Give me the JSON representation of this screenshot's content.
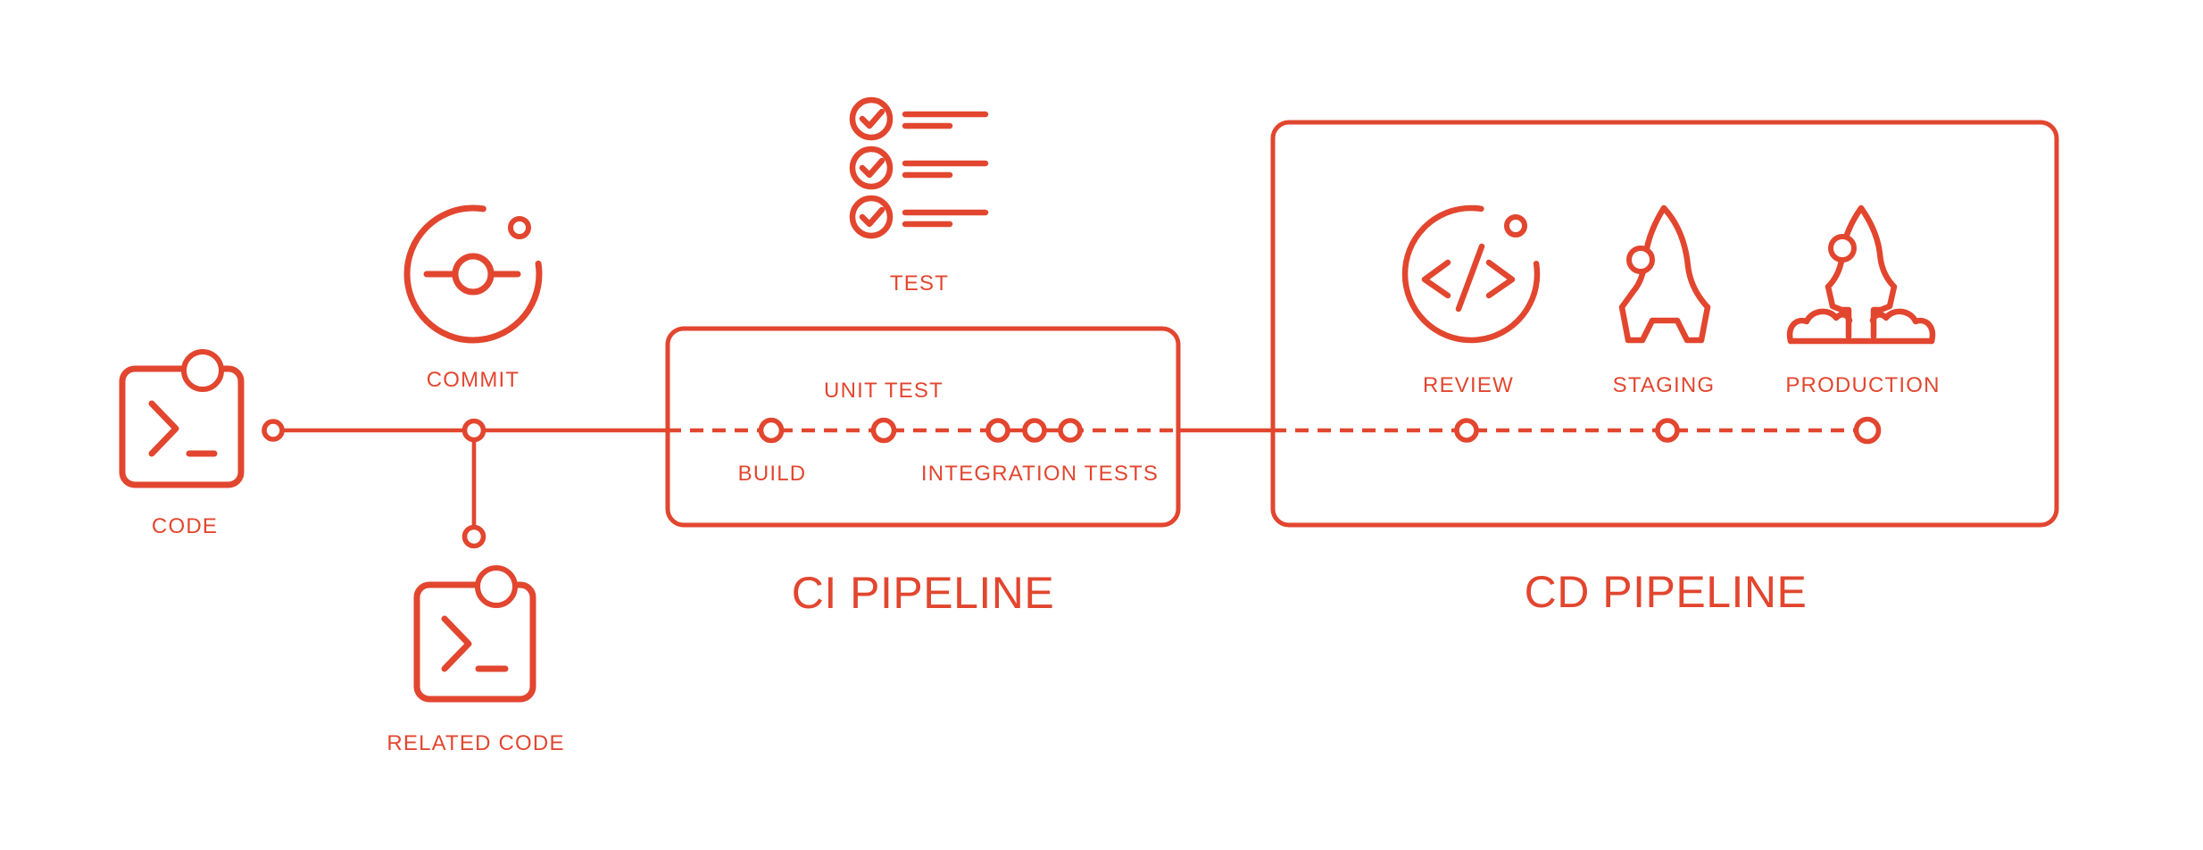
{
  "diagram": {
    "type": "ci-cd-pipeline-flow",
    "accent_color": "#e2462f",
    "background_color": "#ffffff"
  },
  "source": {
    "code_label": "CODE",
    "commit_label": "COMMIT",
    "related_code_label": "RELATED CODE",
    "test_label": "TEST"
  },
  "ci_pipeline": {
    "title": "CI PIPELINE",
    "stages": [
      {
        "label": "BUILD",
        "label_position": "below",
        "nodes": 1
      },
      {
        "label": "UNIT TEST",
        "label_position": "above",
        "nodes": 1
      },
      {
        "label": "INTEGRATION TESTS",
        "label_position": "below",
        "nodes": 3
      }
    ]
  },
  "cd_pipeline": {
    "title": "CD PIPELINE",
    "stages": [
      {
        "label": "REVIEW",
        "icon": "code-review-icon"
      },
      {
        "label": "STAGING",
        "icon": "rocket-icon"
      },
      {
        "label": "PRODUCTION",
        "icon": "rocket-launch-icon"
      }
    ]
  }
}
